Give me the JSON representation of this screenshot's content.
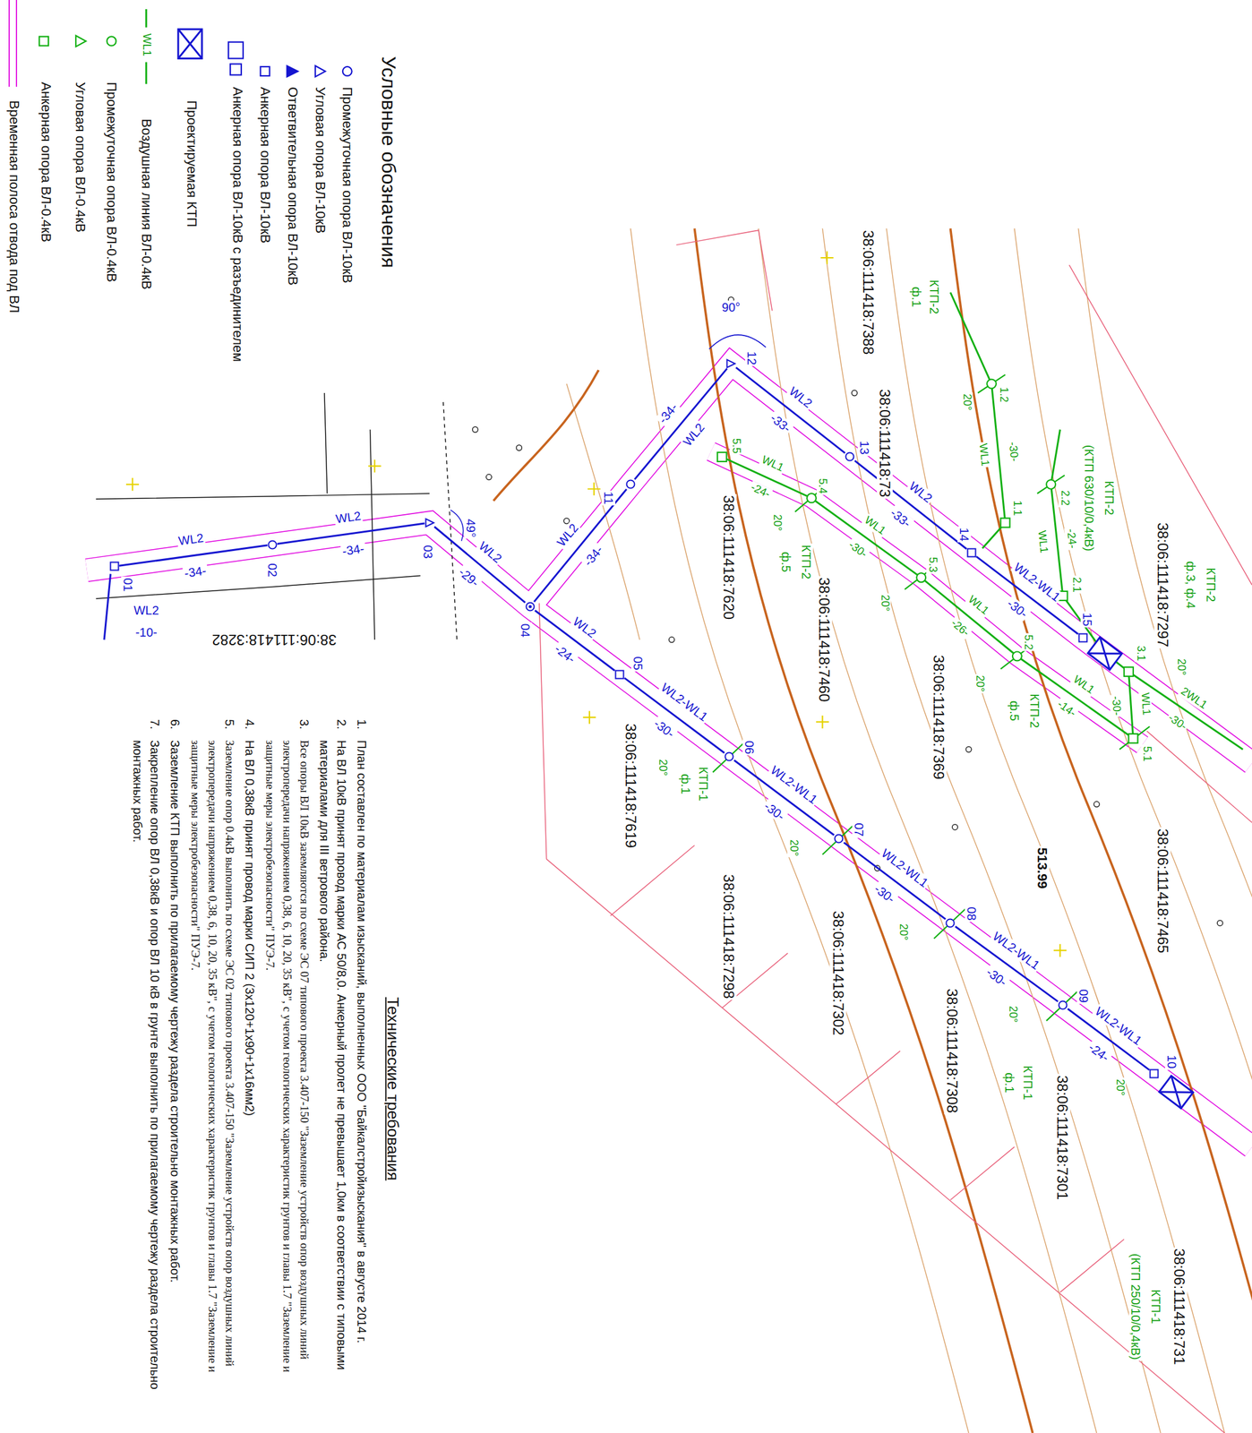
{
  "diagram": {
    "nodes": [
      {
        "text": [
          "01"
        ]
      },
      {
        "text": [
          "02"
        ]
      },
      {
        "text": [
          "03"
        ]
      },
      {
        "text": [
          "04"
        ]
      },
      {
        "text": [
          "05"
        ]
      },
      {
        "text": [
          "06"
        ]
      },
      {
        "text": [
          "07"
        ]
      },
      {
        "text": [
          "08"
        ]
      },
      {
        "text": [
          "09"
        ]
      },
      {
        "text": [
          "10"
        ]
      },
      {
        "text": [
          "11"
        ]
      },
      {
        "text": [
          "12"
        ]
      },
      {
        "text": [
          "13"
        ]
      },
      {
        "text": [
          "14"
        ]
      },
      {
        "text": [
          "15"
        ]
      }
    ],
    "edges": [
      {
        "from": 0,
        "to": 1,
        "arrow": "none",
        "label": "WL2"
      },
      {
        "from": 1,
        "to": 2,
        "arrow": "none",
        "label": "WL2"
      },
      {
        "from": 2,
        "to": 3,
        "arrow": "none",
        "label": "WL2"
      },
      {
        "from": 3,
        "to": 4,
        "arrow": "none",
        "label": "WL2"
      },
      {
        "from": 4,
        "to": 5,
        "arrow": "none",
        "label": "WL2-WL1"
      },
      {
        "from": 5,
        "to": 6,
        "arrow": "none",
        "label": "WL2-WL1"
      },
      {
        "from": 6,
        "to": 7,
        "arrow": "none",
        "label": "WL2-WL1"
      },
      {
        "from": 7,
        "to": 8,
        "arrow": "none",
        "label": "WL2-WL1"
      },
      {
        "from": 8,
        "to": 9,
        "arrow": "none",
        "label": "WL2-WL1"
      },
      {
        "from": 3,
        "to": 10,
        "arrow": "none",
        "label": "WL2"
      },
      {
        "from": 10,
        "to": 11,
        "arrow": "none",
        "label": "WL2"
      },
      {
        "from": 11,
        "to": 12,
        "arrow": "none",
        "label": "WL2"
      },
      {
        "from": 12,
        "to": 13,
        "arrow": "none",
        "label": "WL2"
      },
      {
        "from": 13,
        "to": 14,
        "arrow": "none",
        "label": "WL2-WL1"
      }
    ],
    "labels": [
      "38:06:111418:7388",
      "38:06:111418:73",
      "38:06:111418:7297",
      "38:06:111418:7620",
      "38:06:111418:7460",
      "38:06:111418:7369",
      "38:06:111418:7465",
      "38:06:111418:7619",
      "38:06:111418:7298",
      "38:06:111418:7302",
      "38:06:111418:7308",
      "38:06:111418:7301",
      "38:06:111418:731",
      "38:06:111418:3282",
      "-34-",
      "-34-",
      "-29-",
      "-24-",
      "-30-",
      "-30-",
      "-30-",
      "-30-",
      "-24-",
      "-34-",
      "-34-",
      "-33-",
      "-33-",
      "-30-",
      "WL2",
      "-10-",
      "49°",
      "90°",
      "КТП-2",
      "ф.1",
      "КТП-2",
      "(КТП 630/10/0,4кВ)",
      "КТП-2",
      "ф.3, ф.4",
      "КТП-2",
      "ф.5",
      "КТП-2",
      "ф.5",
      "КТП-1",
      "ф.1",
      "КТП-1",
      "ф.1",
      "КТП-1",
      "(КТП 250/10/0,4кВ)",
      "1.1",
      "1.2",
      "2.1",
      "2.2",
      "3.1",
      "5.1",
      "5.2",
      "5.3",
      "5.4",
      "5.5",
      "WL1",
      "-30-",
      "WL1",
      "-24-",
      "WL1",
      "-24-",
      "WL1",
      "-30-",
      "WL1",
      "-26-",
      "WL1",
      "-14-",
      "WL1",
      "-30-",
      "2WL1",
      "-30-",
      "20°",
      "20°",
      "20°",
      "20°",
      "20°",
      "20°",
      "20°",
      "20°",
      "20°",
      "20°",
      "513.99",
      "WL1",
      "Условные обозначения",
      "Технические требования",
      "1.",
      "План составлен по материалам изысканий, выполненных ООО \"Байкалстройизыскания\" в августе 2014 г.",
      "2.",
      "На ВЛ 10кВ принят провод марки АС 50/8,0. Анкерный пролет не превышает 1,0км в соответствии с типовыми материалами для III ветрового района.",
      "3.",
      "Все опоры ВЛ 10кВ заземляются по схеме ЭС 07 типового проекта 3.407-150 \"Заземление устройств опор воздушных линий электропередачи напряжением 0,38, 6, 10, 20, 35 кВ\", с учетом геологических характеристик грунтов и главы 1.7 \"Заземление и защитные меры электробезопасности\" ПУЭ-7.",
      "4.",
      "На ВЛ 0,38кВ принят провод марки СИП 2 (3х120+1х90+1х16мм2)",
      "5.",
      "Заземление опор 0.4кВ выполнить по схеме ЭС 02 типового проекта 3.407-150 \"Заземление устройств опор воздушных линий электропередачи напряжением 0,38, 6, 10, 20, 35 кВ\", с учетом геологических характеристик грунтов и главы 1.7 \"Заземление и защитные меры электробезопасности\" ПУЭ-7.",
      "6.",
      "Заземление КТП выполнить по прилагаемому чертежу раздела строительно монтажных работ.",
      "7.",
      "Закрепление опор ВЛ 0,38кВ и опор ВЛ 10 кВ в грунте выполнить по прилагаемому чертежу раздела строительно монтажных работ."
    ],
    "legend": [
      {
        "text": "Промежуточная опора ВЛ-10кВ"
      },
      {
        "text": "Угловая опора ВЛ-10кВ"
      },
      {
        "text": "Ответвительная опора ВЛ-10кВ"
      },
      {
        "text": "Анкерная опора ВЛ-10кВ"
      },
      {
        "text": "Анкерная опора ВЛ-10кВ с разъединителем"
      },
      {
        "text": "Проектируемая КТП"
      },
      {
        "text": "Воздушная линия ВЛ-0.4кВ"
      },
      {
        "text": "Промежуточная опора ВЛ-0.4кВ"
      },
      {
        "text": "Угловая опора ВЛ-0.4кВ"
      },
      {
        "text": "Анкерная опора ВЛ-0.4кВ"
      },
      {
        "text": "Временная полоса отвода под ВЛ"
      }
    ]
  }
}
